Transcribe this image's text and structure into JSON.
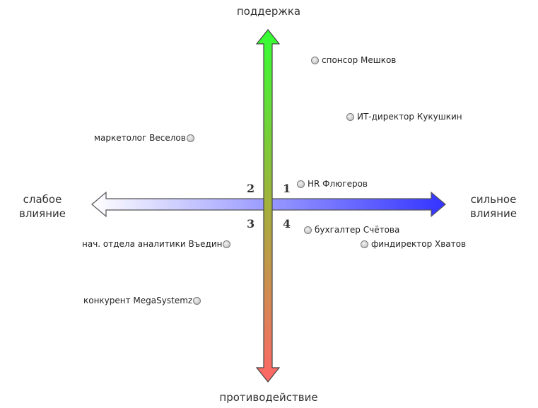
{
  "axes": {
    "top": "поддержка",
    "bottom": "противодействие",
    "left_line1": "слабое",
    "left_line2": "влияние",
    "right_line1": "сильное",
    "right_line2": "влияние"
  },
  "quadrants": [
    "1",
    "2",
    "3",
    "4"
  ],
  "colors": {
    "vertical_top": "#33ff33",
    "vertical_bottom": "#ff6666",
    "horizontal_left": "#ffffff",
    "horizontal_right": "#3333ff",
    "outline": "#444444",
    "dot_fill": "#cfcfcf"
  },
  "stakeholders": [
    {
      "name": "спонсор Мешков",
      "quadrant": "1",
      "label_side": "right"
    },
    {
      "name": "ИТ-директор Кукушкин",
      "quadrant": "1",
      "label_side": "right"
    },
    {
      "name": "маркетолог Веселов",
      "quadrant": "2",
      "label_side": "left"
    },
    {
      "name": "HR Флюгеров",
      "quadrant": "1",
      "label_side": "right"
    },
    {
      "name": "бухгалтер Счётова",
      "quadrant": "4",
      "label_side": "right"
    },
    {
      "name": "нач. отдела аналитики Въедин",
      "quadrant": "3",
      "label_side": "left"
    },
    {
      "name": "финдиректор Хватов",
      "quadrant": "4",
      "label_side": "right"
    },
    {
      "name": "конкурент MegaSystemz",
      "quadrant": "3",
      "label_side": "left"
    }
  ]
}
